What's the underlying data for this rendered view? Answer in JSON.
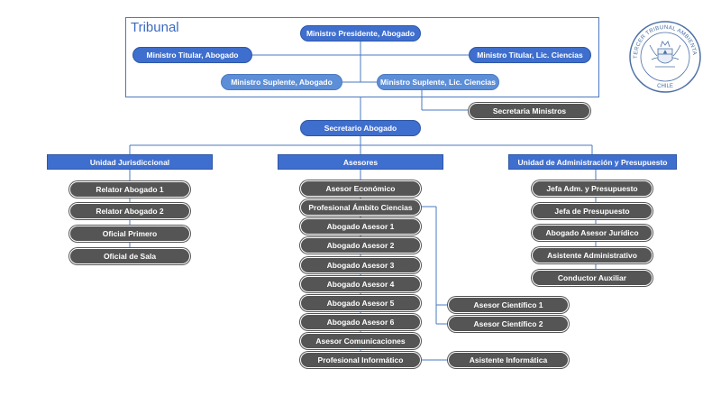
{
  "tribunal": {
    "title": "Tribunal"
  },
  "logo": {
    "top_text": "TERCER TRIBUNAL AMBIENTAL",
    "bottom_text": "CHILE"
  },
  "nodes": {
    "presidente": "Ministro Presidente, Abogado",
    "titular_abogado": "Ministro Titular, Abogado",
    "titular_ciencias": "Ministro Titular, Lic. Ciencias",
    "suplente_abogado": "Ministro Suplente, Abogado",
    "suplente_ciencias": "Ministro Suplente, Lic. Ciencias",
    "secretaria_ministros": "Secretaria Ministros",
    "secretario_abogado": "Secretario Abogado",
    "unidad_jurisdiccional": "Unidad Jurisdiccional",
    "asesores": "Asesores",
    "unidad_administracion": "Unidad de Administración y Presupuesto"
  },
  "jurisdiccional_items": [
    "Relator Abogado 1",
    "Relator Abogado 2",
    "Oficial Primero",
    "Oficial de Sala"
  ],
  "asesores_items": [
    "Asesor Económico",
    "Profesional Ámbito Ciencias",
    "Abogado Asesor 1",
    "Abogado Asesor 2",
    "Abogado Asesor 3",
    "Abogado Asesor 4",
    "Abogado Asesor 5",
    "Abogado Asesor 6",
    "Asesor Comunicaciones",
    "Profesional Informático"
  ],
  "cientificos": [
    "Asesor Científico 1",
    "Asesor Científico 2"
  ],
  "asistente_informatica": "Asistente Informática",
  "administracion_items": [
    "Jefa Adm. y Presupuesto",
    "Jefa de Presupuesto",
    "Abogado Asesor Jurídico",
    "Asistente Administrativo",
    "Conductor Auxiliar"
  ]
}
